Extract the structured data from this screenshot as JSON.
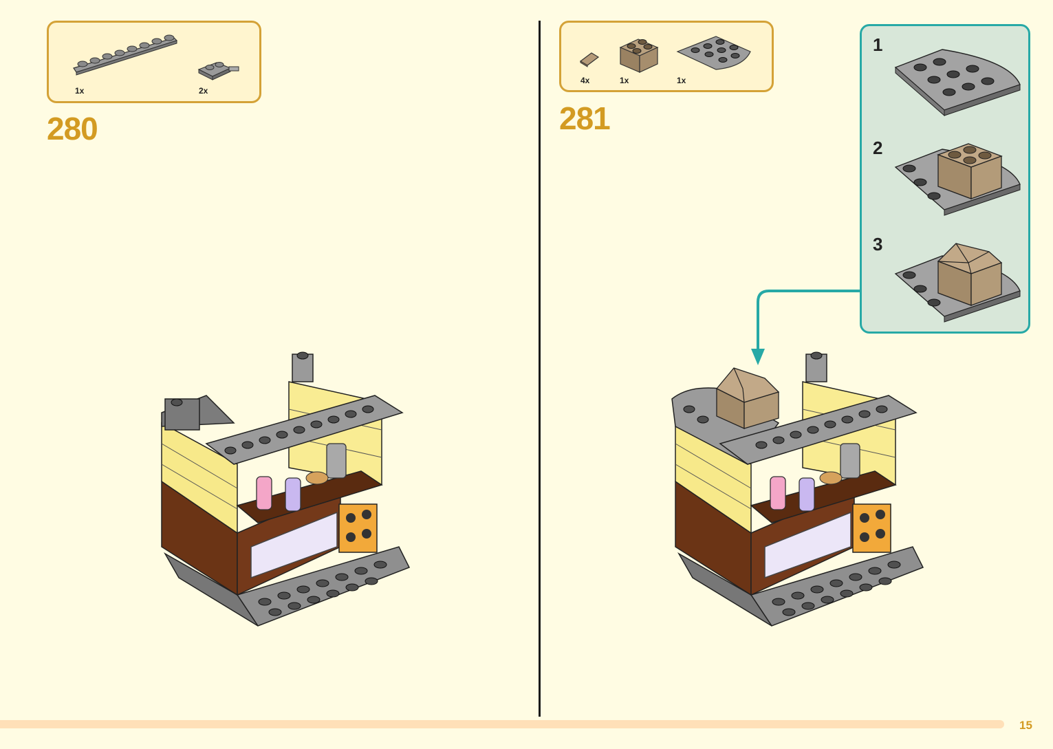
{
  "page_number": "15",
  "steps": [
    {
      "number": "280",
      "parts": [
        {
          "qty": "1x",
          "icon": "long-gray-plate-icon"
        },
        {
          "qty": "2x",
          "icon": "gray-clip-plate-icon"
        }
      ]
    },
    {
      "number": "281",
      "parts": [
        {
          "qty": "4x",
          "icon": "tan-slope-icon"
        },
        {
          "qty": "1x",
          "icon": "tan-brick-icon"
        },
        {
          "qty": "1x",
          "icon": "gray-quarter-round-plate-icon"
        }
      ],
      "sub_steps": [
        "1",
        "2",
        "3"
      ]
    }
  ],
  "colors": {
    "background": "#fffce3",
    "accent": "#d39b22",
    "callout_border": "#27a9a6",
    "callout_fill": "#d8e7d9"
  }
}
